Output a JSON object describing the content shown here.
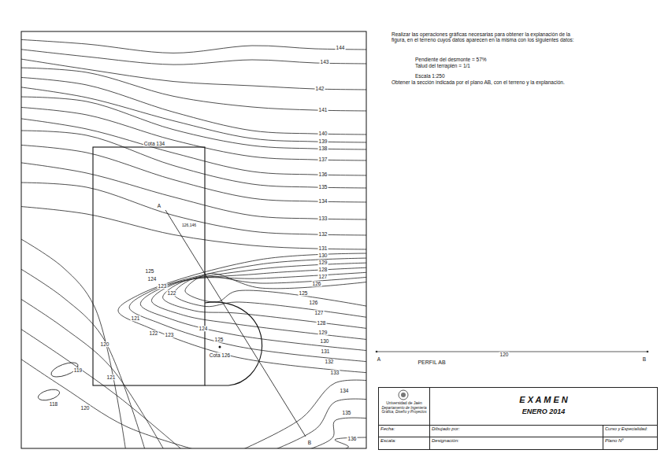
{
  "diagram": {
    "nodes": [
      {
        "text": [
          "Universidad de Jaén",
          "Departamento de Ingeniería Gráfica, Diseño y Proyectos"
        ]
      },
      {
        "text": [
          "E X A M E N",
          "ENERO 2014"
        ]
      },
      {
        "text": [
          "Fecha:"
        ]
      },
      {
        "text": [
          "Dibujado por:"
        ]
      },
      {
        "text": [
          "Curso y Especialidad:"
        ]
      },
      {
        "text": [
          "Escala:"
        ]
      },
      {
        "text": [
          "Designación:"
        ]
      },
      {
        "text": [
          "Plano Nº"
        ]
      }
    ],
    "labels": [
      "Realizar las operaciones gráficas necesarias para obtener la explanación de la figura, en el terreno cuyos datos aparecen en la misma con los siguientes datos:",
      "Pendiente del desmonte = 57%",
      "Talud del terraplén = 1/1",
      "Escala 1:250",
      "Obtener la sección indicada por el plano AB, con el terreno y la explanación.",
      "144",
      "143",
      "142",
      "141",
      "140",
      "139",
      "138",
      "137",
      "136",
      "135",
      "134",
      "133",
      "132",
      "131",
      "130",
      "129",
      "128",
      "127",
      "126",
      "125",
      "126",
      "127",
      "128",
      "129",
      "130",
      "131",
      "132",
      "133",
      "134",
      "135",
      "136",
      "125",
      "124",
      "123",
      "122",
      "121",
      "122",
      "123",
      "124",
      "125",
      "120",
      "119",
      "121",
      "118",
      "120",
      "Cota 134",
      "Cota 126",
      "A",
      "126,146",
      "B",
      "A",
      "120",
      "B",
      "PERFIL AB"
    ]
  }
}
